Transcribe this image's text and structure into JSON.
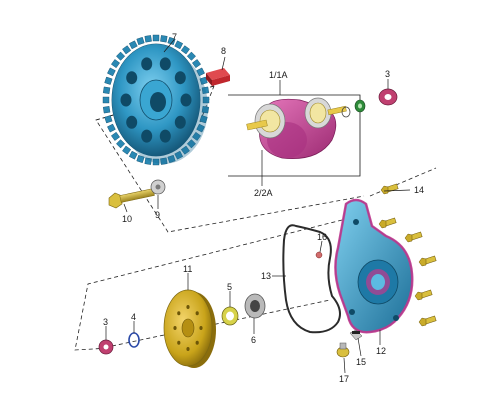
{
  "parts": [
    {
      "key": "p7",
      "label": "7",
      "name": "gear"
    },
    {
      "key": "p8",
      "label": "8",
      "name": "key"
    },
    {
      "key": "p1",
      "label": "1/1A",
      "name": "crankshaft"
    },
    {
      "key": "p3a",
      "label": "3",
      "name": "washer-top"
    },
    {
      "key": "p22",
      "label": "2/2A",
      "name": "bearing"
    },
    {
      "key": "p10",
      "label": "10",
      "name": "bolt"
    },
    {
      "key": "p9",
      "label": "9",
      "name": "washer-small"
    },
    {
      "key": "p14",
      "label": "14",
      "name": "cover-bolts"
    },
    {
      "key": "p16",
      "label": "16",
      "name": "dowel-pin"
    },
    {
      "key": "p13",
      "label": "13",
      "name": "o-ring-gasket"
    },
    {
      "key": "p11",
      "label": "11",
      "name": "pump-impeller"
    },
    {
      "key": "p5",
      "label": "5",
      "name": "spacer-ring"
    },
    {
      "key": "p3b",
      "label": "3",
      "name": "washer-bottom"
    },
    {
      "key": "p4",
      "label": "4",
      "name": "o-ring-small"
    },
    {
      "key": "p6",
      "label": "6",
      "name": "shaft-seal"
    },
    {
      "key": "p12",
      "label": "12",
      "name": "pump-cover"
    },
    {
      "key": "p15",
      "label": "15",
      "name": "drain-plug"
    },
    {
      "key": "p17",
      "label": "17",
      "name": "drain-bolt"
    }
  ],
  "colors": {
    "gear": "#2f97c4",
    "gear_dark": "#1b6b92",
    "crank": "#c0398f",
    "washer": "#c04070",
    "key": "#c0272d",
    "gold": "#c9a41a",
    "seal_green": "#2e8b3a",
    "cover": "#2f97c4",
    "cover_gasket": "#c0398f"
  }
}
